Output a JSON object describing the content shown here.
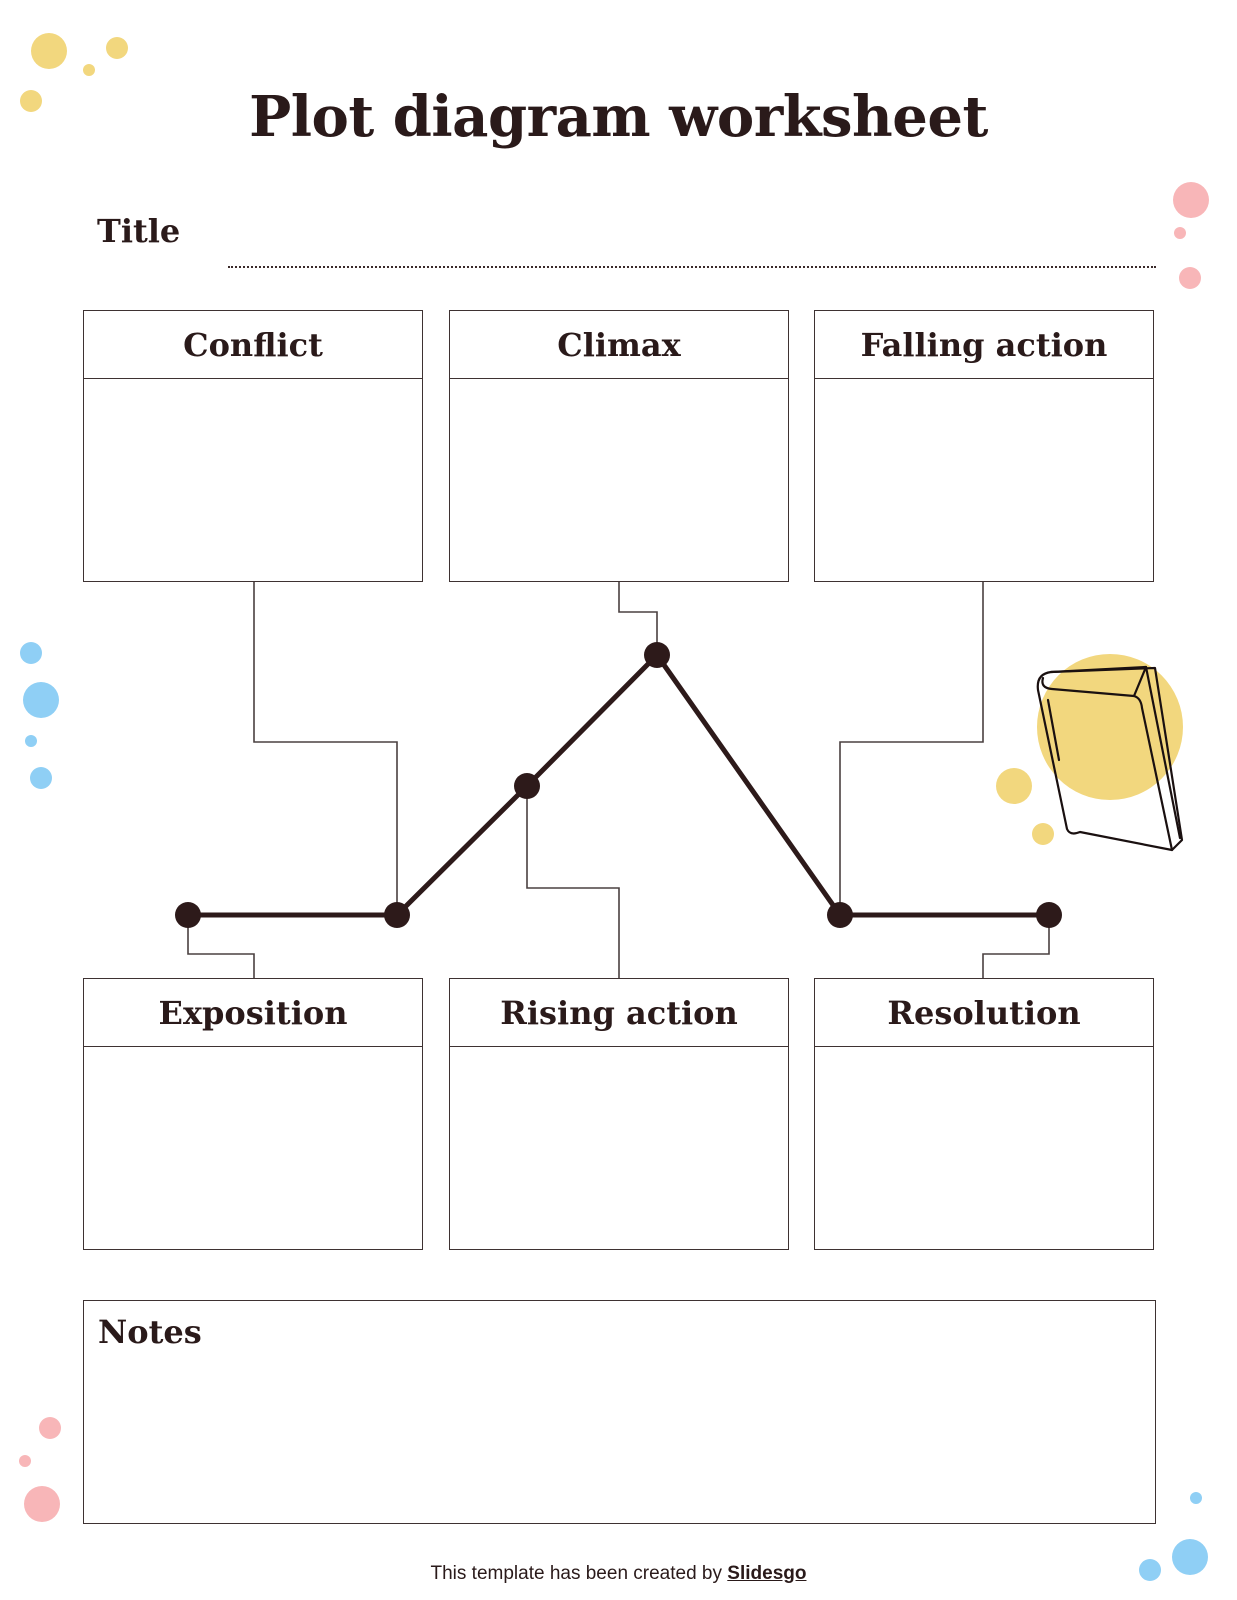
{
  "header": {
    "title": "Plot diagram worksheet",
    "title_field_label": "Title",
    "title_field_value": ""
  },
  "boxes": {
    "top": [
      {
        "label": "Conflict",
        "content": ""
      },
      {
        "label": "Climax",
        "content": ""
      },
      {
        "label": "Falling action",
        "content": ""
      }
    ],
    "bottom": [
      {
        "label": "Exposition",
        "content": ""
      },
      {
        "label": "Rising action",
        "content": ""
      },
      {
        "label": "Resolution",
        "content": ""
      }
    ]
  },
  "notes": {
    "label": "Notes",
    "content": ""
  },
  "plot_line": {
    "points_order": [
      "Exposition",
      "Conflict",
      "Rising action",
      "Climax",
      "Falling action",
      "Resolution"
    ],
    "color": "#2d1a1a"
  },
  "decorations": {
    "yellow": "#f2d77e",
    "pink": "#f8b6b8",
    "blue": "#8fcff5",
    "icon": "book-icon"
  },
  "footer": {
    "prefix": "This template has been created by ",
    "brand": "Slidesgo"
  }
}
